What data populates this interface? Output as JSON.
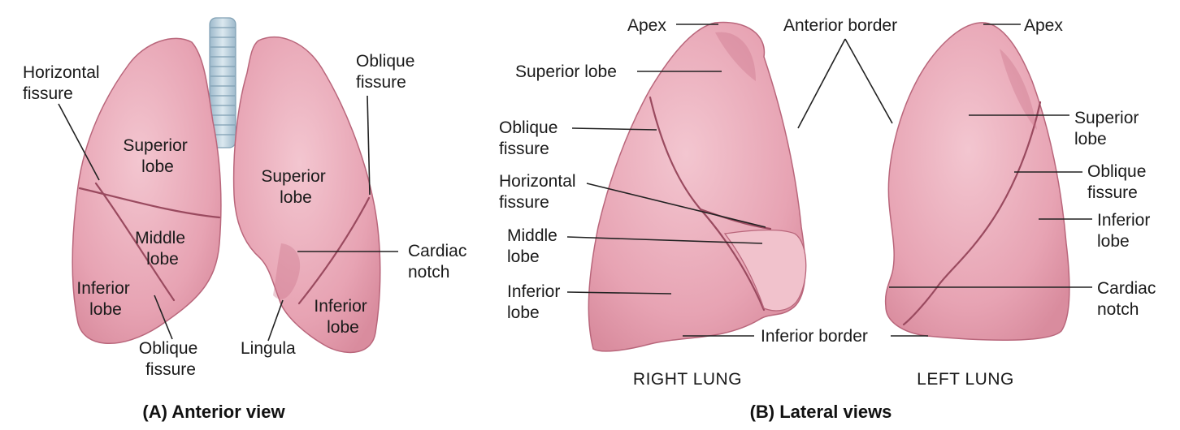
{
  "panel_a": {
    "caption": "(A) Anterior view",
    "labels": {
      "horizontal_fissure": [
        "Horizontal",
        "fissure"
      ],
      "oblique_fissure_top": [
        "Oblique",
        "fissure"
      ],
      "right_superior_lobe": [
        "Superior",
        "lobe"
      ],
      "left_superior_lobe": [
        "Superior",
        "lobe"
      ],
      "middle_lobe": [
        "Middle",
        "lobe"
      ],
      "right_inferior_lobe": [
        "Inferior",
        "lobe"
      ],
      "left_inferior_lobe": [
        "Inferior",
        "lobe"
      ],
      "cardiac_notch": [
        "Cardiac",
        "notch"
      ],
      "lingula": "Lingula",
      "oblique_fissure_bottom": [
        "Oblique",
        "fissure"
      ]
    }
  },
  "panel_b": {
    "caption": "(B) Lateral views",
    "right_lung_title": "RIGHT LUNG",
    "left_lung_title": "LEFT LUNG",
    "labels": {
      "apex_right": "Apex",
      "apex_left": "Apex",
      "anterior_border": "Anterior border",
      "superior_lobe_right": "Superior lobe",
      "oblique_fissure_right": [
        "Oblique",
        "fissure"
      ],
      "horizontal_fissure": [
        "Horizontal",
        "fissure"
      ],
      "middle_lobe": [
        "Middle",
        "lobe"
      ],
      "inferior_lobe_right": [
        "Inferior",
        "lobe"
      ],
      "inferior_border": "Inferior border",
      "superior_lobe_left": [
        "Superior",
        "lobe"
      ],
      "oblique_fissure_left": [
        "Oblique",
        "fissure"
      ],
      "inferior_lobe_left": [
        "Inferior",
        "lobe"
      ],
      "cardiac_notch_left": [
        "Cardiac",
        "notch"
      ]
    }
  },
  "colors": {
    "lung_fill": "#e7a3b3",
    "lung_light": "#f1c2cc",
    "lung_outline": "#b9667b",
    "fissure": "#9a4a5f",
    "trachea": "#b8cfdc",
    "trachea_ring": "#8fb0c4",
    "text": "#1a1a1a"
  }
}
